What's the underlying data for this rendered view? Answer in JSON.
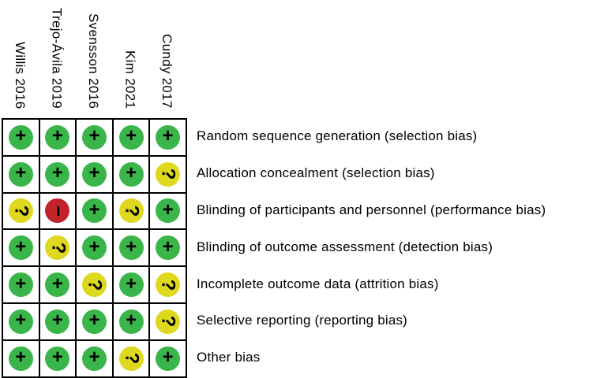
{
  "studies": [
    "Willis 2016",
    "Trejo-Ávila 2019",
    "Svensson 2016",
    "Kim 2021",
    "Cundy 2017"
  ],
  "domains": [
    {
      "label": "Random sequence generation (selection bias)",
      "judgements": [
        "+",
        "+",
        "+",
        "+",
        "+"
      ]
    },
    {
      "label": "Allocation concealment (selection bias)",
      "judgements": [
        "+",
        "+",
        "+",
        "+",
        "?"
      ]
    },
    {
      "label": "Blinding of participants and personnel (performance bias)",
      "judgements": [
        "?",
        "-",
        "+",
        "?",
        "+"
      ]
    },
    {
      "label": "Blinding of outcome assessment (detection bias)",
      "judgements": [
        "+",
        "?",
        "+",
        "+",
        "+"
      ]
    },
    {
      "label": "Incomplete outcome data (attrition bias)",
      "judgements": [
        "+",
        "+",
        "?",
        "+",
        "?"
      ]
    },
    {
      "label": "Selective reporting (reporting bias)",
      "judgements": [
        "+",
        "+",
        "+",
        "+",
        "?"
      ]
    },
    {
      "label": "Other bias",
      "judgements": [
        "+",
        "+",
        "+",
        "?",
        "+"
      ]
    }
  ],
  "judgement_styles": {
    "positive": {
      "symbol": "+",
      "color": "#3ab54a",
      "rotated": false,
      "icon_name": "plus-icon"
    },
    "unclear": {
      "symbol": "?",
      "color": "#ded81f",
      "rotated": true,
      "icon_name": "question-icon"
    },
    "negative": {
      "symbol": "−",
      "color": "#c1232b",
      "rotated": true,
      "icon_name": "minus-icon"
    }
  },
  "grid_border_color": "#000000",
  "chart_data": {
    "type": "heatmap",
    "title": "",
    "x": [
      "Willis 2016",
      "Trejo-Ávila 2019",
      "Svensson 2016",
      "Kim 2021",
      "Cundy 2017"
    ],
    "y": [
      "Random sequence generation (selection bias)",
      "Allocation concealment (selection bias)",
      "Blinding of participants and personnel (performance bias)",
      "Blinding of outcome assessment (detection bias)",
      "Incomplete outcome data (attrition bias)",
      "Selective reporting (reporting bias)",
      "Other bias"
    ],
    "values": [
      [
        "+",
        "+",
        "+",
        "+",
        "+"
      ],
      [
        "+",
        "+",
        "+",
        "+",
        "?"
      ],
      [
        "?",
        "-",
        "+",
        "?",
        "+"
      ],
      [
        "+",
        "?",
        "+",
        "+",
        "+"
      ],
      [
        "+",
        "+",
        "?",
        "+",
        "?"
      ],
      [
        "+",
        "+",
        "+",
        "+",
        "?"
      ],
      [
        "+",
        "+",
        "+",
        "?",
        "+"
      ]
    ],
    "cell_colors": {
      "+": "#3ab54a",
      "?": "#ded81f",
      "-": "#c1232b"
    },
    "legend_position": "none",
    "grid": true,
    "layout": "study columns rotated 90deg on top, domain labels at right"
  }
}
